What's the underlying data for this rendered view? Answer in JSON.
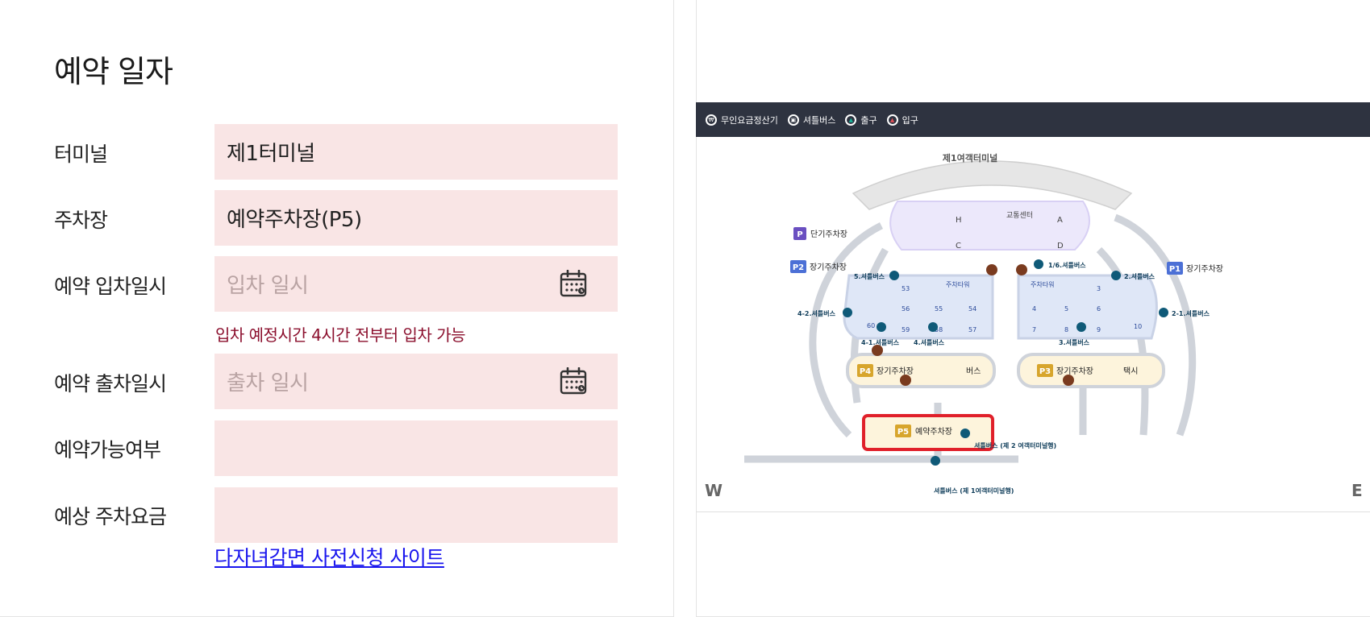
{
  "form": {
    "title": "예약 일자",
    "rows": [
      {
        "label": "터미널",
        "value": "제1터미널"
      },
      {
        "label": "주차장",
        "value": "예약주차장(P5)"
      },
      {
        "label": "예약 입차일시",
        "placeholder": "입차 일시"
      },
      {
        "label": "예약 출차일시",
        "placeholder": "출차 일시"
      },
      {
        "label": "예약가능여부",
        "value": ""
      },
      {
        "label": "예상 주차요금",
        "value": ""
      }
    ],
    "entry_hint": "입차 예정시간 4시간 전부터 입차 가능",
    "discount_link": "다자녀감면 사전신청 사이트"
  },
  "legend": {
    "items": [
      {
        "label": "무인요금정산기",
        "icon": "payment-kiosk-icon"
      },
      {
        "label": "셔틀버스",
        "icon": "shuttle-bus-icon"
      },
      {
        "label": "출구",
        "icon": "exit-icon",
        "color": "#1bb39a"
      },
      {
        "label": "입구",
        "icon": "entrance-icon",
        "color": "#e0525a"
      }
    ]
  },
  "map": {
    "terminal": "제1여객터미널",
    "transport_center": "교통센터",
    "gates": [
      "H",
      "A",
      "C",
      "D"
    ],
    "short_term": {
      "badge": "P",
      "label": "단기주차장"
    },
    "p1": {
      "badge": "P1",
      "label": "장기주차장"
    },
    "p2": {
      "badge": "P2",
      "label": "장기주차장"
    },
    "p3": {
      "badge": "P3",
      "label": "장기주차장"
    },
    "p4": {
      "badge": "P4",
      "label": "장기주차장"
    },
    "p5": {
      "badge": "P5",
      "label": "예약주차장"
    },
    "tower_label": "주차타워",
    "bus_label": "버스",
    "taxi_label": "택시",
    "left_block_numbers": [
      "53",
      "56",
      "55",
      "54",
      "60",
      "59",
      "58",
      "57"
    ],
    "right_block_numbers": [
      "3",
      "4",
      "5",
      "6",
      "7",
      "8",
      "9",
      "10"
    ],
    "shuttle_stops": {
      "s16": "1/6.셔틀버스",
      "s5": "5.셔틀버스",
      "s2": "2.셔틀버스",
      "s42": "4-2.셔틀버스",
      "s21": "2-1.셔틀버스",
      "s41": "4-1.셔틀버스",
      "s4": "4.셔틀버스",
      "s3": "3.셔틀버스",
      "to_t2": "셔틀버스 (제 2 여객터미널행)",
      "to_t1": "셔틀버스 (제 1여객터미널행)"
    },
    "compass_west": "W",
    "compass_east": "E",
    "colors": {
      "highlight": "#e0202a",
      "block_blue": "#dfe7f7",
      "block_cream": "#fdf4dc",
      "badge_purple": "#6a4fc1",
      "badge_blue": "#4c70d6",
      "badge_gold": "#d7a52c",
      "pin": "#0f5a78",
      "kiosk_pin": "#7a3b1f"
    }
  }
}
